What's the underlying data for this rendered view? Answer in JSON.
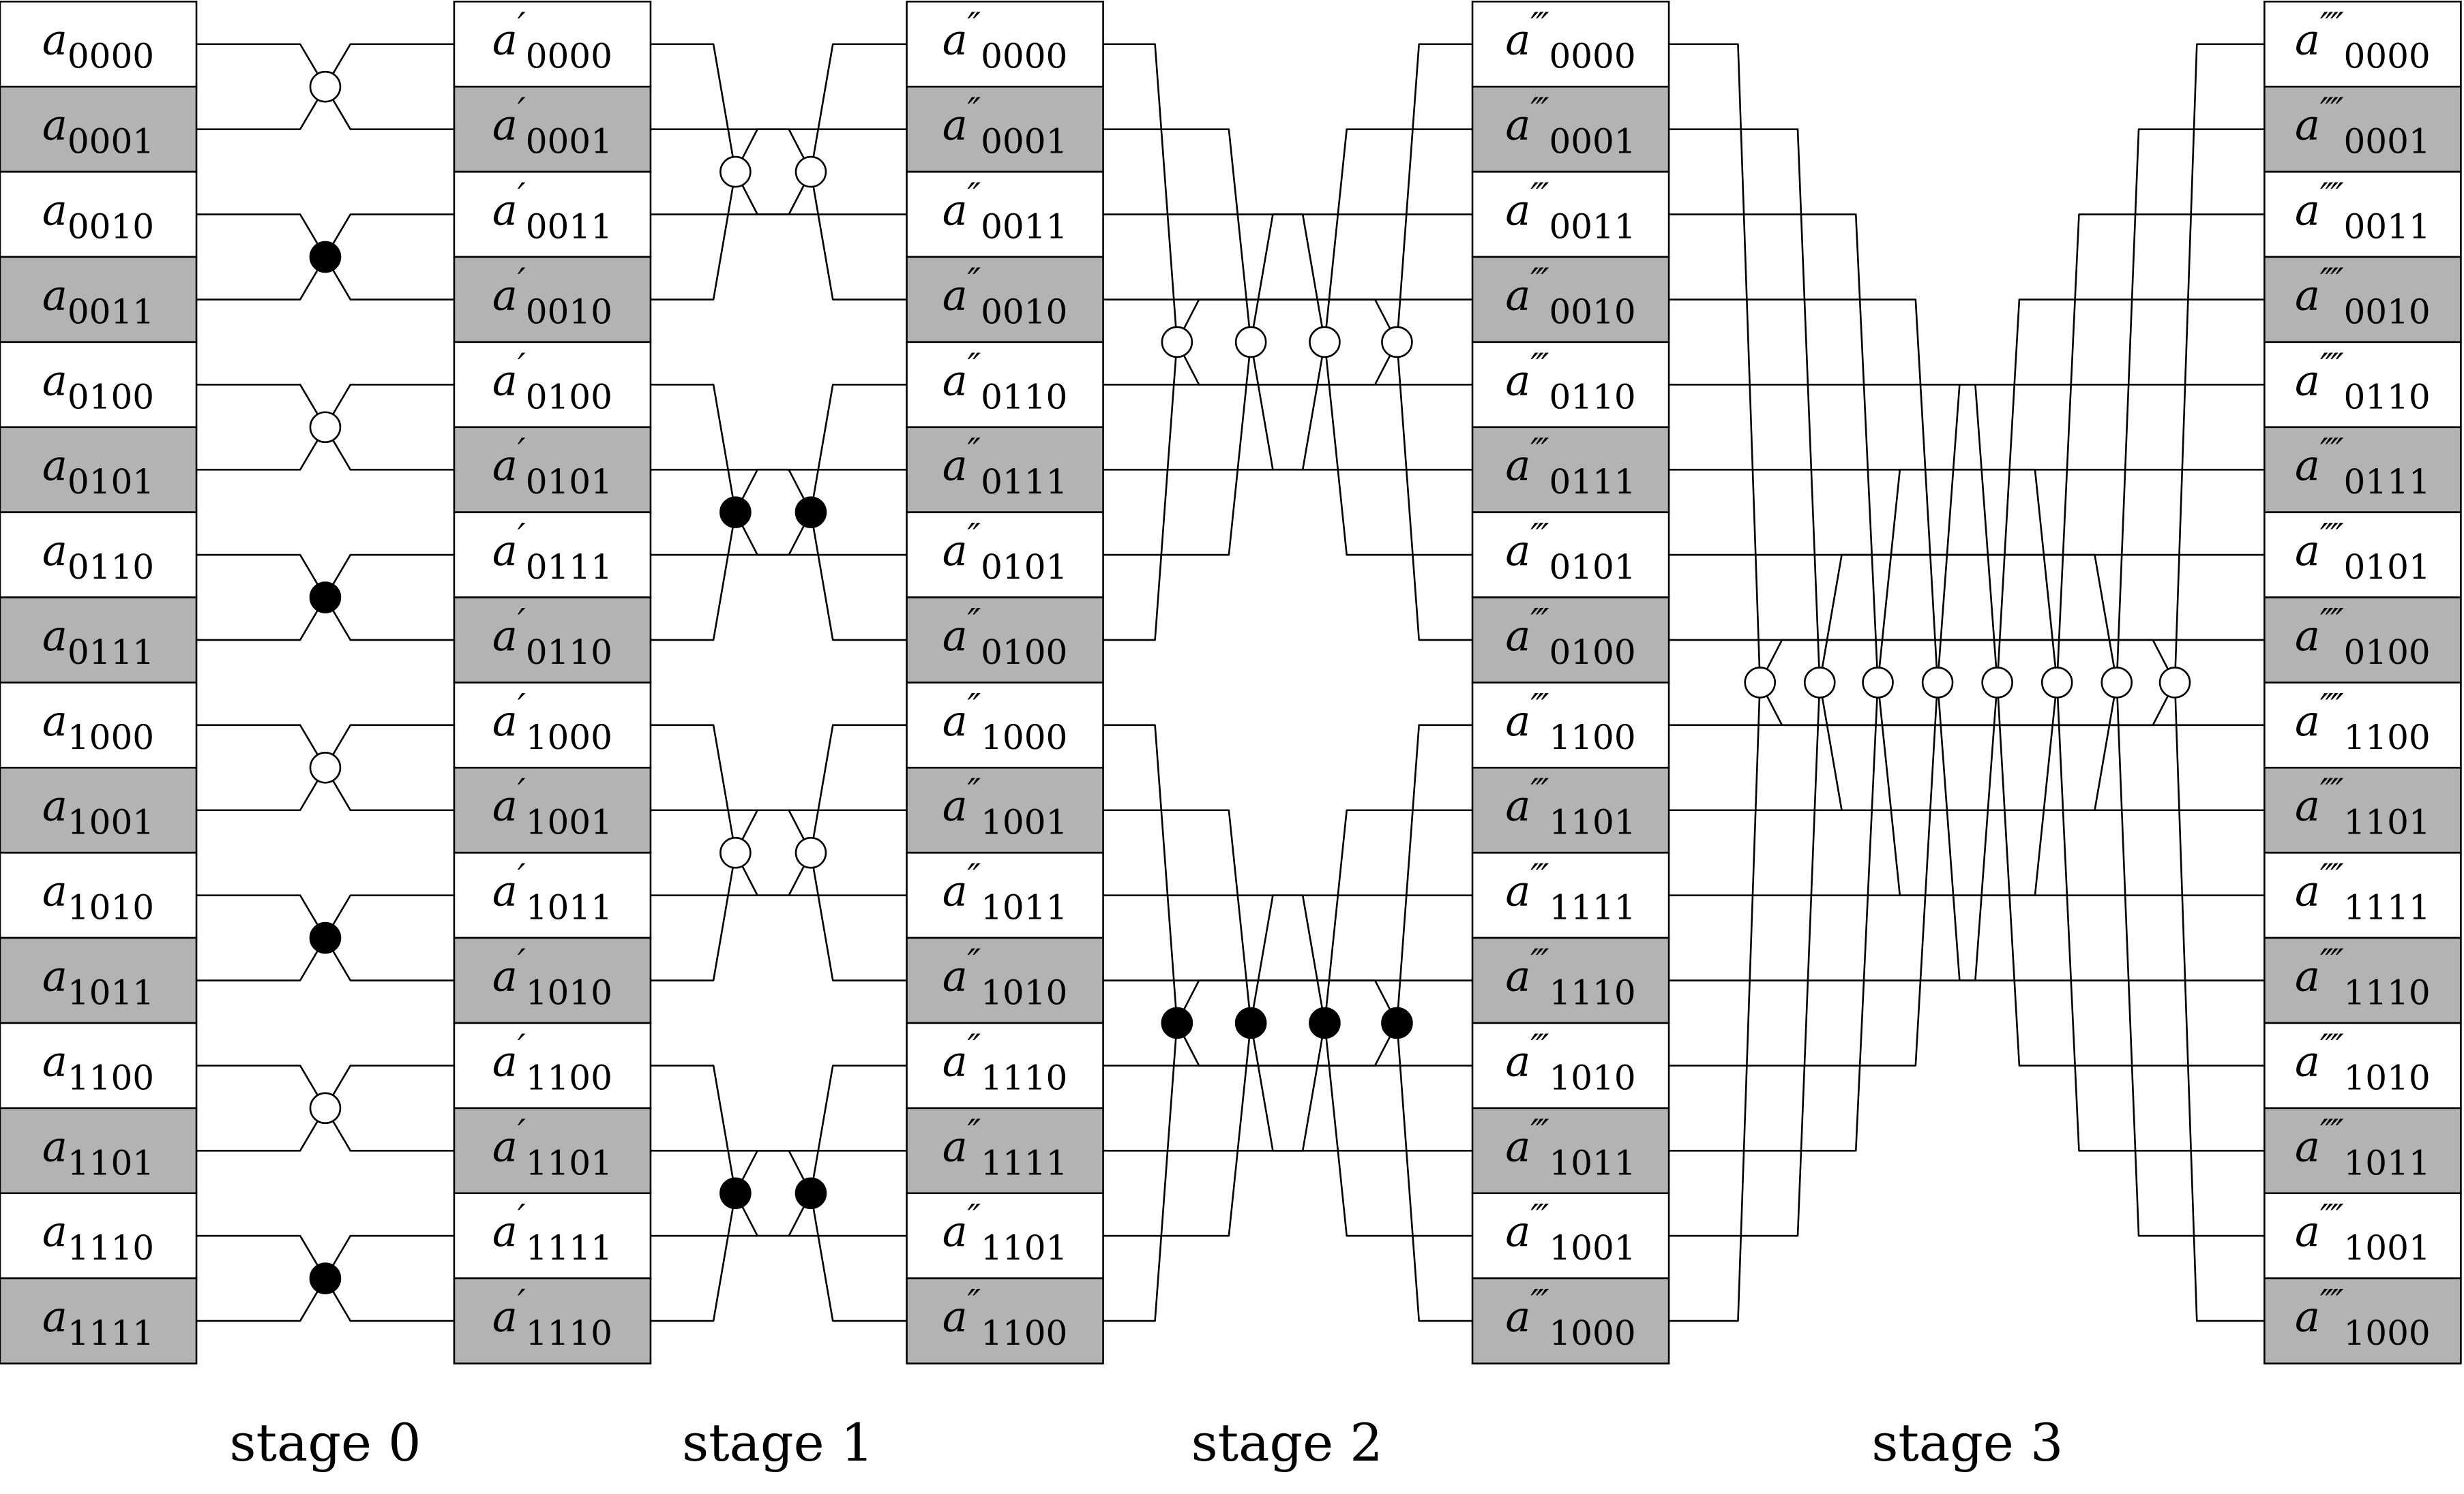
{
  "colors": {
    "background": "#ffffff",
    "line": "#000000",
    "shaded_cell": "#b3b3b3",
    "plain_cell": "#ffffff",
    "open_node": "#ffffff",
    "filled_node": "#000000"
  },
  "columns": [
    {
      "name": "input",
      "base": "a",
      "prime": "",
      "subscripts": [
        "0000",
        "0001",
        "0010",
        "0011",
        "0100",
        "0101",
        "0110",
        "0111",
        "1000",
        "1001",
        "1010",
        "1011",
        "1100",
        "1101",
        "1110",
        "1111"
      ]
    },
    {
      "name": "after-stage-0",
      "base": "a",
      "prime": "′",
      "subscripts": [
        "0000",
        "0001",
        "0011",
        "0010",
        "0100",
        "0101",
        "0111",
        "0110",
        "1000",
        "1001",
        "1011",
        "1010",
        "1100",
        "1101",
        "1111",
        "1110"
      ]
    },
    {
      "name": "after-stage-1",
      "base": "a",
      "prime": "″",
      "subscripts": [
        "0000",
        "0001",
        "0011",
        "0010",
        "0110",
        "0111",
        "0101",
        "0100",
        "1000",
        "1001",
        "1011",
        "1010",
        "1110",
        "1111",
        "1101",
        "1100"
      ]
    },
    {
      "name": "after-stage-2",
      "base": "a",
      "prime": "‴",
      "subscripts": [
        "0000",
        "0001",
        "0011",
        "0010",
        "0110",
        "0111",
        "0101",
        "0100",
        "1100",
        "1101",
        "1111",
        "1110",
        "1010",
        "1011",
        "1001",
        "1000"
      ]
    },
    {
      "name": "after-stage-3",
      "base": "a",
      "prime": "⁗",
      "subscripts": [
        "0000",
        "0001",
        "0011",
        "0010",
        "0110",
        "0111",
        "0101",
        "0100",
        "1100",
        "1101",
        "1111",
        "1110",
        "1010",
        "1011",
        "1001",
        "1000"
      ]
    }
  ],
  "shading": [
    false,
    true,
    false,
    true,
    false,
    true,
    false,
    true,
    false,
    true,
    false,
    true,
    false,
    true,
    false,
    true
  ],
  "stages": [
    {
      "label": "stage 0",
      "groups": [
        {
          "rows": [
            0,
            1
          ],
          "filled": false
        },
        {
          "rows": [
            2,
            3
          ],
          "filled": true
        },
        {
          "rows": [
            4,
            5
          ],
          "filled": false
        },
        {
          "rows": [
            6,
            7
          ],
          "filled": true
        },
        {
          "rows": [
            8,
            9
          ],
          "filled": false
        },
        {
          "rows": [
            10,
            11
          ],
          "filled": true
        },
        {
          "rows": [
            12,
            13
          ],
          "filled": false
        },
        {
          "rows": [
            14,
            15
          ],
          "filled": true
        }
      ]
    },
    {
      "label": "stage 1",
      "groups": [
        {
          "rows": [
            0,
            1,
            2,
            3
          ],
          "filled": false
        },
        {
          "rows": [
            4,
            5,
            6,
            7
          ],
          "filled": true
        },
        {
          "rows": [
            8,
            9,
            10,
            11
          ],
          "filled": false
        },
        {
          "rows": [
            12,
            13,
            14,
            15
          ],
          "filled": true
        }
      ]
    },
    {
      "label": "stage 2",
      "groups": [
        {
          "rows": [
            0,
            1,
            2,
            3,
            4,
            5,
            6,
            7
          ],
          "filled": false
        },
        {
          "rows": [
            8,
            9,
            10,
            11,
            12,
            13,
            14,
            15
          ],
          "filled": true
        }
      ]
    },
    {
      "label": "stage 3",
      "groups": [
        {
          "rows": [
            0,
            1,
            2,
            3,
            4,
            5,
            6,
            7,
            8,
            9,
            10,
            11,
            12,
            13,
            14,
            15
          ],
          "filled": false
        }
      ]
    }
  ]
}
